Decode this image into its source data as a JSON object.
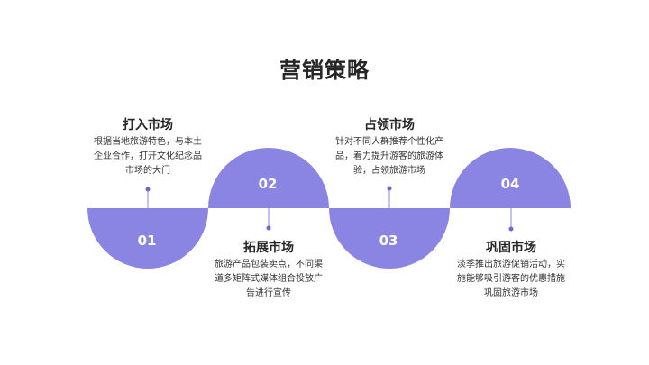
{
  "slide": {
    "title": "营销策略",
    "accent_color": "#8a84e2",
    "dot_color": "#6f67cf",
    "steps": [
      {
        "number": "01",
        "title": "打入市场",
        "lines": [
          "根据当地旅游特色，与本土",
          "企业合作，打开文化纪念品",
          "市场的大门"
        ]
      },
      {
        "number": "02",
        "title": "拓展市场",
        "lines": [
          "旅游产品包装卖点，不同渠",
          "道多矩阵式媒体组合投放广",
          "告进行宣传"
        ]
      },
      {
        "number": "03",
        "title": "占领市场",
        "lines": [
          "针对不同人群推荐个性化产",
          "品，着力提升游客的旅游体",
          "验，占领旅游市场"
        ]
      },
      {
        "number": "04",
        "title": "巩固市场",
        "lines": [
          "淡季推出旅游促销活动，实",
          "施能够吸引游客的优惠措施",
          "巩固旅游市场"
        ]
      }
    ]
  }
}
